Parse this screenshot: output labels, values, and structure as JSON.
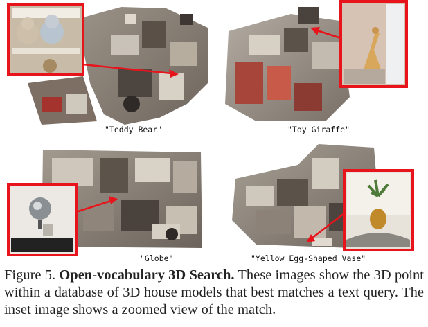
{
  "figure": {
    "panels": [
      {
        "query": "\"Teddy Bear\"",
        "inset_subject": "teddy bears on a shelf"
      },
      {
        "query": "\"Toy Giraffe\"",
        "inset_subject": "toy giraffe by a bookshelf"
      },
      {
        "query": "\"Globe\"",
        "inset_subject": "silver globe on a desk"
      },
      {
        "query": "\"Yellow Egg-Shaped Vase\"",
        "inset_subject": "yellow egg-shaped vase with plant"
      }
    ],
    "inset_border_color": "#e8141b",
    "arrow_color": "#e8141b"
  },
  "caption": {
    "label": "Figure 5.",
    "title": "Open-vocabulary 3D Search.",
    "text": "These images show the 3D point within a database of 3D house models that best matches a text query. The inset image shows a zoomed view of the match."
  }
}
